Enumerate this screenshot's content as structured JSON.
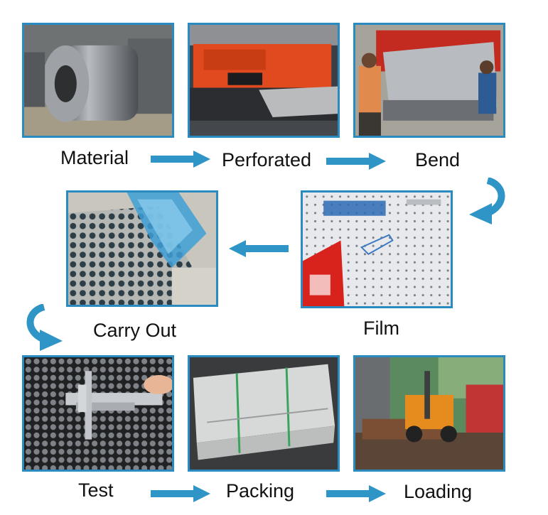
{
  "colors": {
    "frame_border": "#2a8bc0",
    "arrow": "#2f95c6",
    "label_text": "#111111"
  },
  "steps": [
    {
      "id": "material",
      "label": "Material",
      "photo": "steel-coil-photo"
    },
    {
      "id": "perforated",
      "label": "Perforated",
      "photo": "punch-press-photo"
    },
    {
      "id": "bend",
      "label": "Bend",
      "photo": "bending-machine-photo"
    },
    {
      "id": "film",
      "label": "Film",
      "photo": "protective-film-sheet-photo"
    },
    {
      "id": "carry_out",
      "label": "Carry Out",
      "photo": "film-peeling-photo"
    },
    {
      "id": "test",
      "label": "Test",
      "photo": "caliper-measurement-photo"
    },
    {
      "id": "packing",
      "label": "Packing",
      "photo": "packed-sheets-photo"
    },
    {
      "id": "loading",
      "label": "Loading",
      "photo": "forklift-container-photo"
    }
  ],
  "flow_icons": [
    "arrow-right-icon",
    "arrow-left-icon",
    "curved-arrow-down-icon"
  ]
}
